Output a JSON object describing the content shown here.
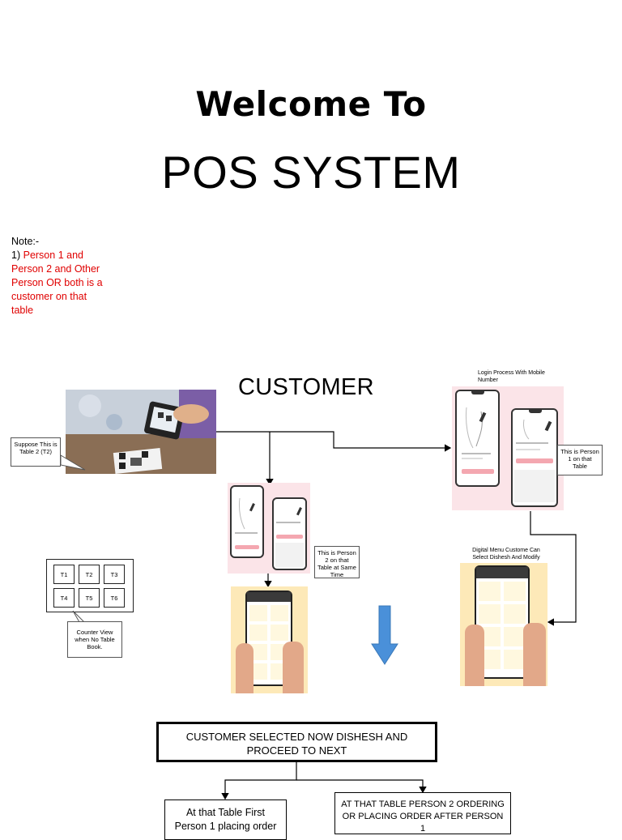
{
  "heading": {
    "line1": "Welcome To",
    "line2": "POS SYSTEM"
  },
  "note": {
    "label": "Note:-",
    "number": "1)",
    "text": "Person 1 and Person 2 and Other Person OR both is a customer on that table"
  },
  "section_title": "CUSTOMER",
  "callouts": {
    "table2": "Suppose This is Table 2 (T2)",
    "person1": "This is Person 1 on that Table",
    "person2": "This is Person 2 on that Table at Same Time",
    "counter": "Counter View when No Table Book."
  },
  "labels": {
    "login": "Login Process With Mobile Number",
    "menu": "Digital Menu Custome Can Select Dishesh And Modify"
  },
  "tables": [
    "T1",
    "T2",
    "T3",
    "T4",
    "T5",
    "T6"
  ],
  "flow": {
    "main_box": "CUSTOMER SELECTED NOW DISHESH AND PROCEED TO NEXT",
    "left_box": "At that Table First Person 1 placing order",
    "right_box": "AT THAT TABLE PERSON 2 ORDERING OR PLACING ORDER AFTER PERSON 1"
  },
  "colors": {
    "note_red": "#e00000",
    "arrow_blue": "#4a90d9",
    "login_panel": "#fbe4e8",
    "menu_panel": "#fde9b8"
  }
}
